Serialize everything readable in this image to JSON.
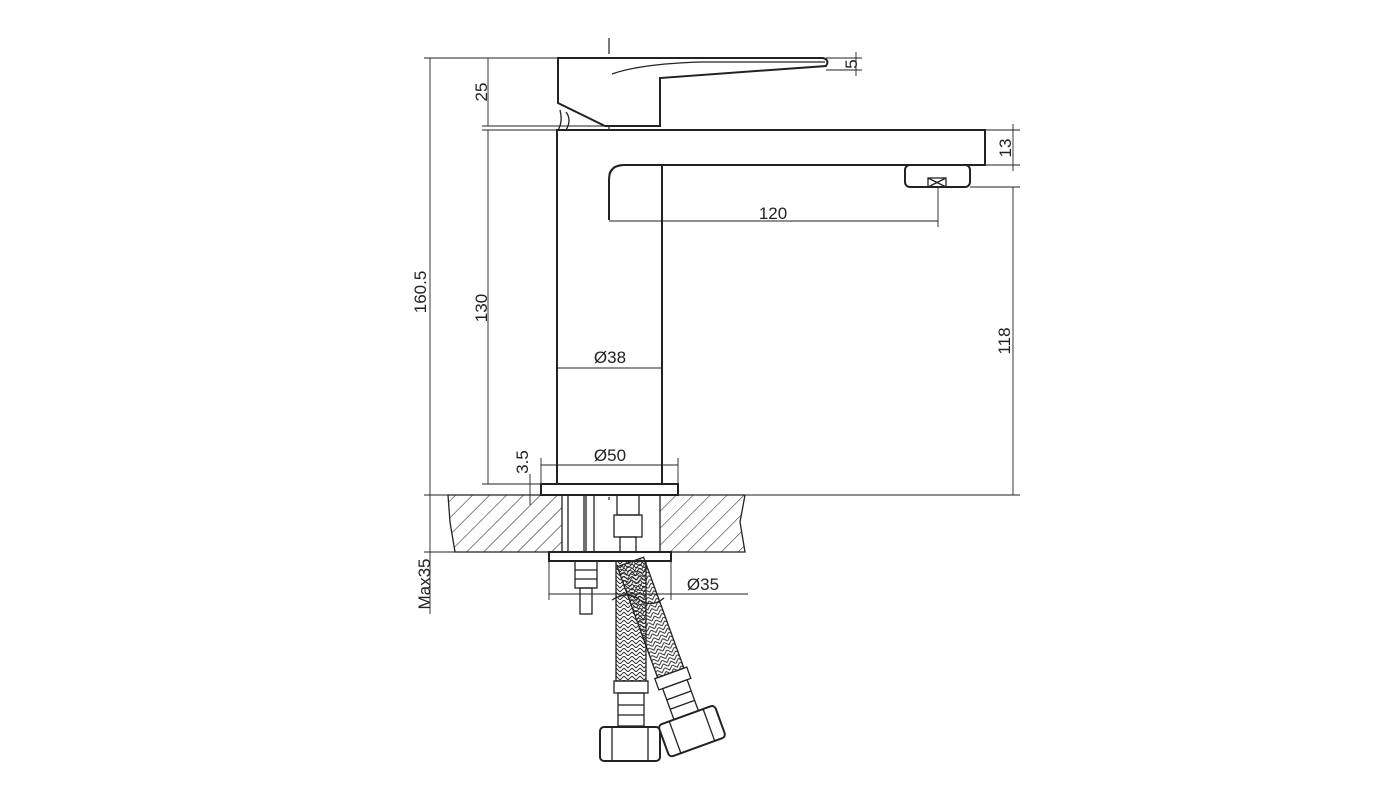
{
  "diagram": {
    "dimensions": {
      "total_height": "160.5",
      "handle_height": "25",
      "lever_thickness": "5",
      "spout_thickness": "13",
      "spout_reach": "120",
      "body_height": "130",
      "spout_outlet_height": "118",
      "body_diameter": "Ø38",
      "base_diameter": "Ø50",
      "base_height": "3.5",
      "max_counter_thickness": "Max35",
      "mounting_hole_diameter": "Ø35"
    }
  }
}
